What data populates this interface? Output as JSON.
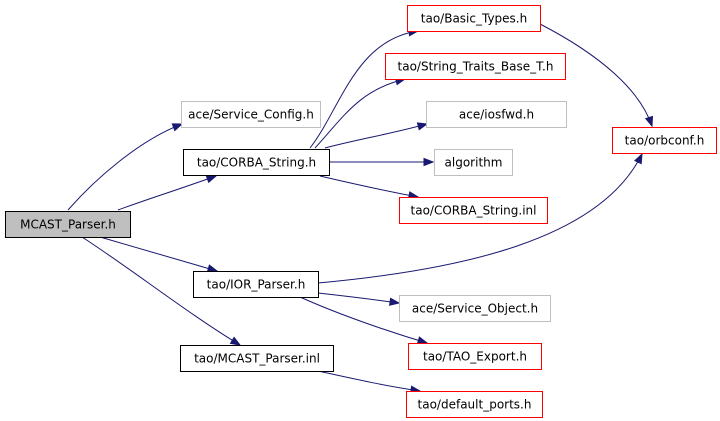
{
  "colors": {
    "edge": "#191970",
    "root_fill": "#bfbfbf",
    "border_root": "#000000",
    "border_documented": "#000000",
    "border_truncated": "#ff0000",
    "border_undocumented": "#bfbfbf"
  },
  "nodes": [
    {
      "id": "mcast_parser_h",
      "label": "MCAST_Parser.h",
      "style": "root"
    },
    {
      "id": "ace_service_config_h",
      "label": "ace/Service_Config.h",
      "style": "undocumented"
    },
    {
      "id": "tao_corba_string_h",
      "label": "tao/CORBA_String.h",
      "style": "documented"
    },
    {
      "id": "tao_ior_parser_h",
      "label": "tao/IOR_Parser.h",
      "style": "documented"
    },
    {
      "id": "tao_mcast_parser_inl",
      "label": "tao/MCAST_Parser.inl",
      "style": "documented"
    },
    {
      "id": "tao_basic_types_h",
      "label": "tao/Basic_Types.h",
      "style": "truncated"
    },
    {
      "id": "tao_string_traits_base_t_h",
      "label": "tao/String_Traits_Base_T.h",
      "style": "truncated"
    },
    {
      "id": "ace_iosfwd_h",
      "label": "ace/iosfwd.h",
      "style": "undocumented"
    },
    {
      "id": "algorithm",
      "label": "algorithm",
      "style": "undocumented"
    },
    {
      "id": "tao_corba_string_inl",
      "label": "tao/CORBA_String.inl",
      "style": "truncated"
    },
    {
      "id": "tao_orbconf_h",
      "label": "tao/orbconf.h",
      "style": "truncated"
    },
    {
      "id": "ace_service_object_h",
      "label": "ace/Service_Object.h",
      "style": "undocumented"
    },
    {
      "id": "tao_tao_export_h",
      "label": "tao/TAO_Export.h",
      "style": "truncated"
    },
    {
      "id": "tao_default_ports_h",
      "label": "tao/default_ports.h",
      "style": "truncated"
    }
  ],
  "edges": [
    {
      "from": "mcast_parser_h",
      "to": "ace_service_config_h"
    },
    {
      "from": "mcast_parser_h",
      "to": "tao_corba_string_h"
    },
    {
      "from": "mcast_parser_h",
      "to": "tao_ior_parser_h"
    },
    {
      "from": "mcast_parser_h",
      "to": "tao_mcast_parser_inl"
    },
    {
      "from": "tao_corba_string_h",
      "to": "tao_basic_types_h"
    },
    {
      "from": "tao_corba_string_h",
      "to": "tao_string_traits_base_t_h"
    },
    {
      "from": "tao_corba_string_h",
      "to": "ace_iosfwd_h"
    },
    {
      "from": "tao_corba_string_h",
      "to": "algorithm"
    },
    {
      "from": "tao_corba_string_h",
      "to": "tao_corba_string_inl"
    },
    {
      "from": "tao_basic_types_h",
      "to": "tao_orbconf_h"
    },
    {
      "from": "tao_ior_parser_h",
      "to": "tao_orbconf_h"
    },
    {
      "from": "tao_ior_parser_h",
      "to": "ace_service_object_h"
    },
    {
      "from": "tao_ior_parser_h",
      "to": "tao_tao_export_h"
    },
    {
      "from": "tao_mcast_parser_inl",
      "to": "tao_default_ports_h"
    }
  ]
}
